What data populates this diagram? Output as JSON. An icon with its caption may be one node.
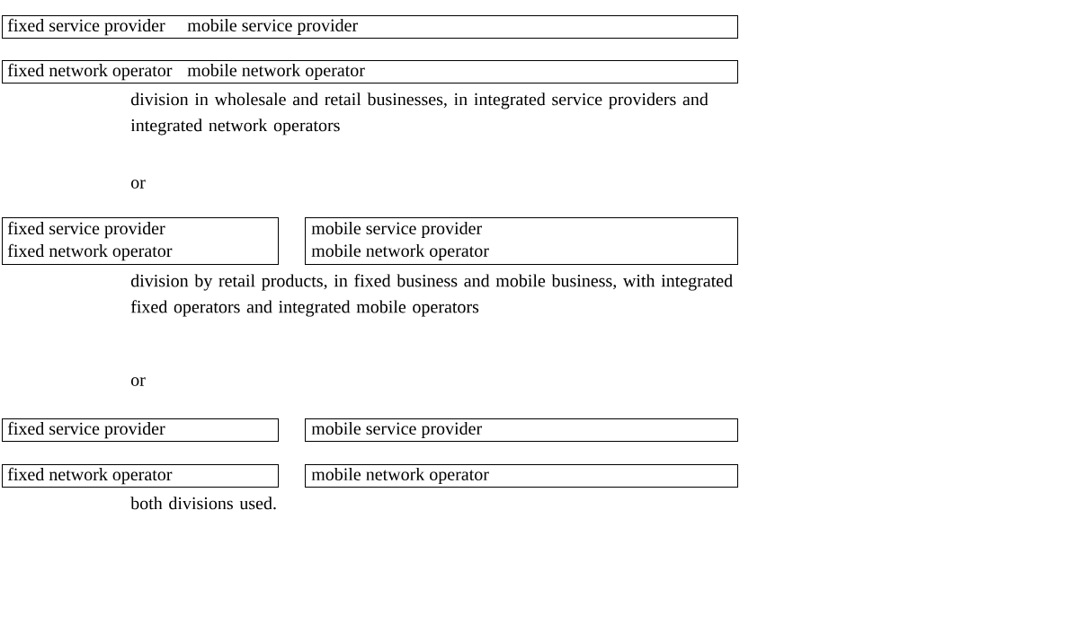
{
  "diagram": {
    "nodes": [
      {
        "text": [
          "fixed service provider",
          "mobile service provider"
        ]
      },
      {
        "text": [
          "fixed network operator",
          "mobile network operator"
        ]
      },
      {
        "text": [
          "fixed service provider",
          "fixed network operator"
        ]
      },
      {
        "text": [
          "mobile service provider",
          "mobile network operator"
        ]
      },
      {
        "text": [
          "fixed service provider"
        ]
      },
      {
        "text": [
          "mobile service provider"
        ]
      },
      {
        "text": [
          "fixed network operator"
        ]
      },
      {
        "text": [
          "mobile network operator"
        ]
      }
    ],
    "labels": [
      "division in wholesale and retail businesses, in integrated service providers and integrated network operators",
      "or",
      "division by retail products, in fixed business and mobile business, with integrated fixed operators and integrated mobile operators",
      "or",
      "both divisions used."
    ]
  }
}
